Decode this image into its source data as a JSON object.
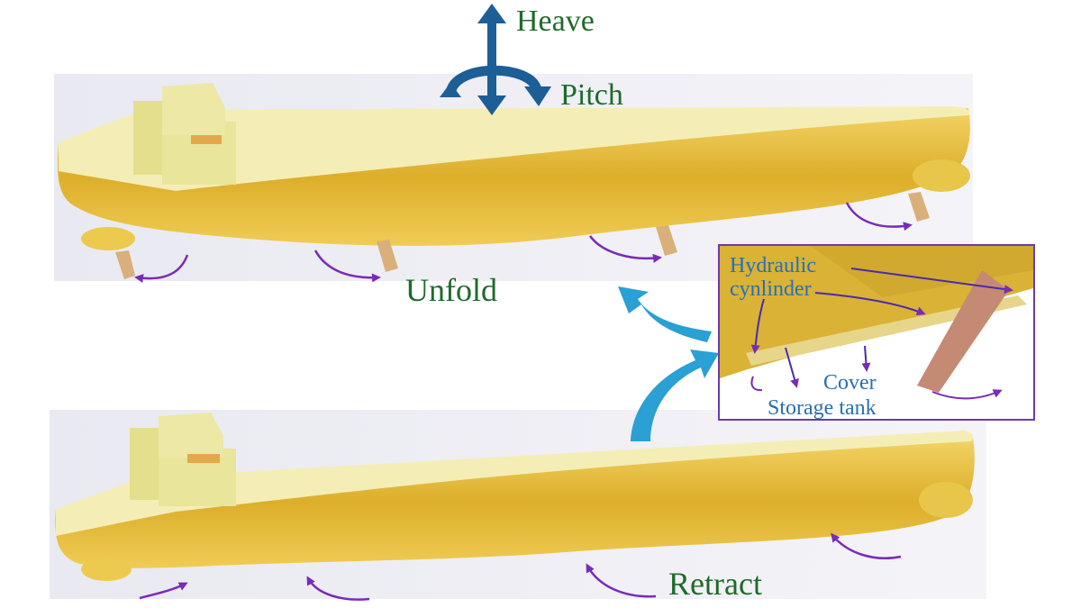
{
  "labels": {
    "heave": "Heave",
    "pitch": "Pitch",
    "unfold": "Unfold",
    "retract": "Retract",
    "hydraulic_line1": "Hydraulic",
    "hydraulic_line2": "cynlinder",
    "cover": "Cover",
    "storage_tank": "Storage tank"
  },
  "colors": {
    "hull": "#e3b93a",
    "deck": "#f4eeb6",
    "superstructure": "#e9e59a",
    "fin": "#d9b07a",
    "fin_callout": "#c58a73",
    "motion_arrow": "#1c5e96",
    "transition_arrow": "#2aa0d4",
    "rotation_arrow": "#7a2ab8",
    "label_green": "#1f6b2a",
    "label_blue": "#2a6fb0",
    "callout_border": "#6a3ab0"
  }
}
